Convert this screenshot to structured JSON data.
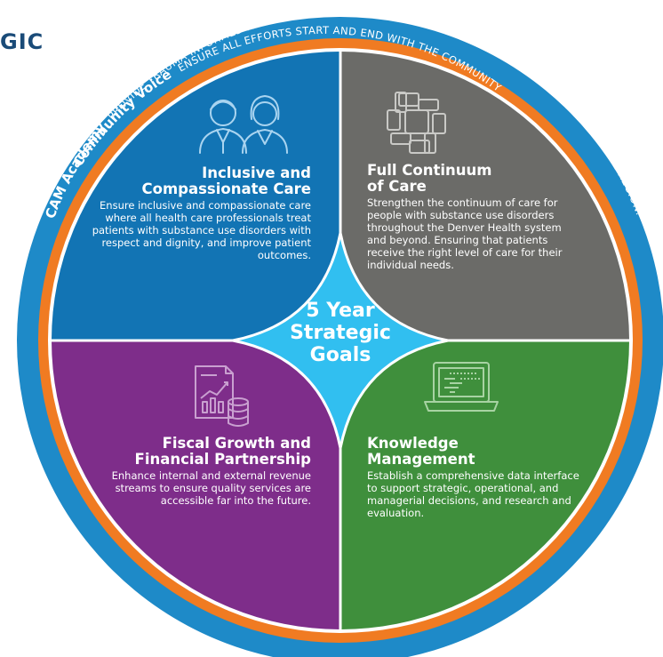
{
  "header": {
    "fragment": "GIC"
  },
  "ring": {
    "outer_bold": "CAM Academy",
    "outer_text": "PROVIDE TRAUMA-INFORMED ADDICTION MEDICINE EDUCATION AND TECHNICAL ASSISTANCE ACROSS THE REGION.",
    "inner_bold": "Community Voice",
    "inner_text": "ENSURE ALL EFFORTS START AND END WITH THE COMMUNITY"
  },
  "center": {
    "line1": "5 Year",
    "line2": "Strategic",
    "line3": "Goals"
  },
  "quadrants": {
    "top_left": {
      "title_line1": "Inclusive and",
      "title_line2": "Compassionate Care",
      "body": "Ensure inclusive and compassionate care where all health care professionals treat patients with substance use disorders with respect and dignity, and improve patient outcomes.",
      "icon": "healthcare-workers-icon"
    },
    "top_right": {
      "title_line1": "Full Continuum",
      "title_line2": "of Care",
      "body": "Strengthen the continuum of care for people with  substance use disorders throughout the Denver Health system and beyond. Ensuring that patients receive the right level of care for their individual needs.",
      "icon": "linked-hands-icon"
    },
    "bottom_left": {
      "title_line1": "Fiscal Growth and",
      "title_line2": "Financial Partnership",
      "body": "Enhance internal and external revenue streams to ensure quality services are accessible far into the future.",
      "icon": "financial-report-icon"
    },
    "bottom_right": {
      "title_line1": "Knowledge",
      "title_line2": "Management",
      "body": "Establish a comprehensive data interface to support strategic, operational, and managerial decisions, and research and evaluation.",
      "icon": "laptop-data-icon"
    }
  },
  "colors": {
    "outer_ring": "#1e8ac8",
    "inner_ring": "#f07b22",
    "top_left": "#1274b4",
    "top_right": "#6b6b68",
    "bottom_left": "#7e2d8a",
    "bottom_right": "#3f8f3c",
    "center": "#31bff0",
    "header": "#1a4b78"
  }
}
